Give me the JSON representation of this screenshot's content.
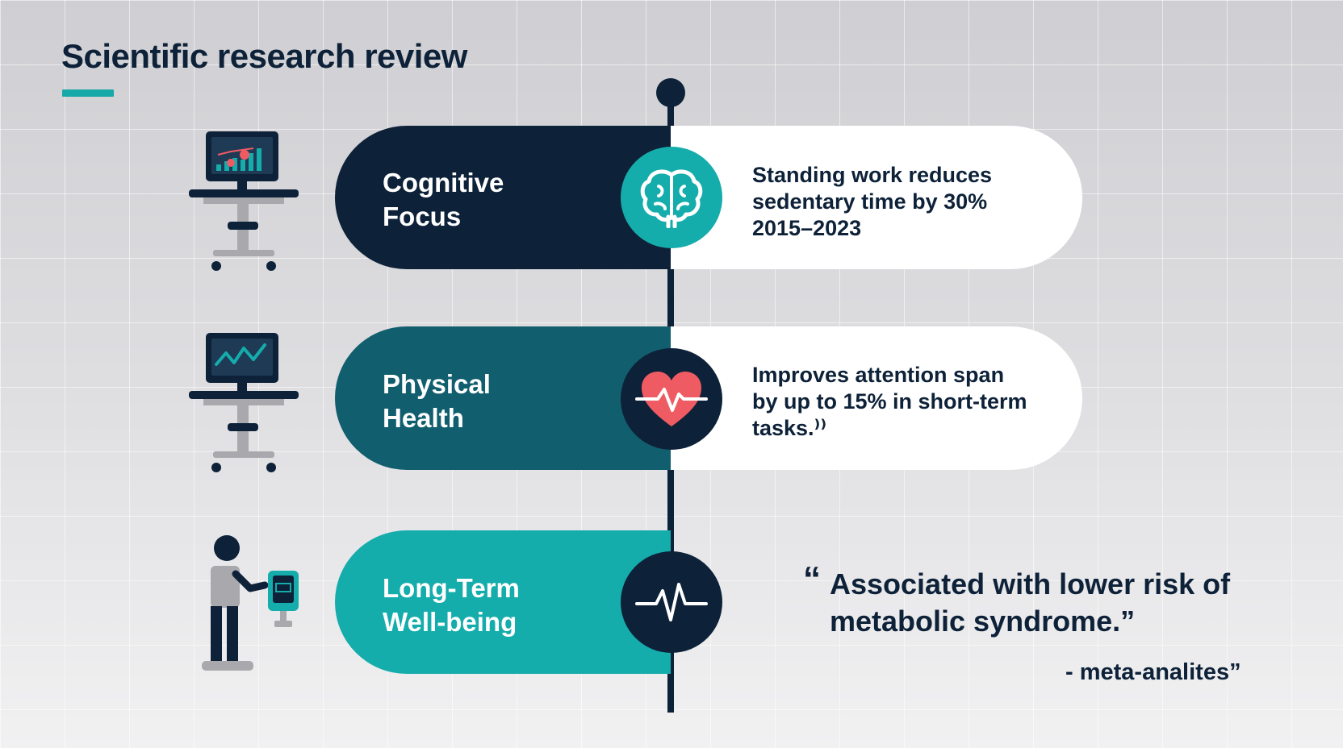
{
  "title": "Scientific research review",
  "colors": {
    "navy": "#0d2138",
    "dark_teal": "#115e6e",
    "teal": "#15acac",
    "white": "#ffffff",
    "heart_red": "#ef5b63",
    "gray": "#a9a9ad"
  },
  "rows": [
    {
      "label_lines": [
        "Cognitive",
        "Focus"
      ],
      "icon": "brain-icon",
      "left_icon": "standing-desk-chart-monitor-icon",
      "text_lines": [
        "Standing work reduces",
        "sedentary time by 30%",
        "2015–2023"
      ]
    },
    {
      "label_lines": [
        "Physical",
        "Health"
      ],
      "icon": "heart-pulse-icon",
      "left_icon": "standing-desk-line-monitor-icon",
      "text_lines": [
        "Improves attention span",
        "by up to 15% in short-term",
        "tasks.⁾⁾"
      ]
    },
    {
      "label_lines": [
        "Long-Term",
        "Well-being"
      ],
      "icon": "heartbeat-line-icon",
      "left_icon": "person-at-device-icon"
    }
  ],
  "quote": {
    "open_mark": "“",
    "lines": [
      "Associated with lower risk of",
      "metabolic syndrome.”"
    ],
    "attribution": "- meta-analites”"
  }
}
